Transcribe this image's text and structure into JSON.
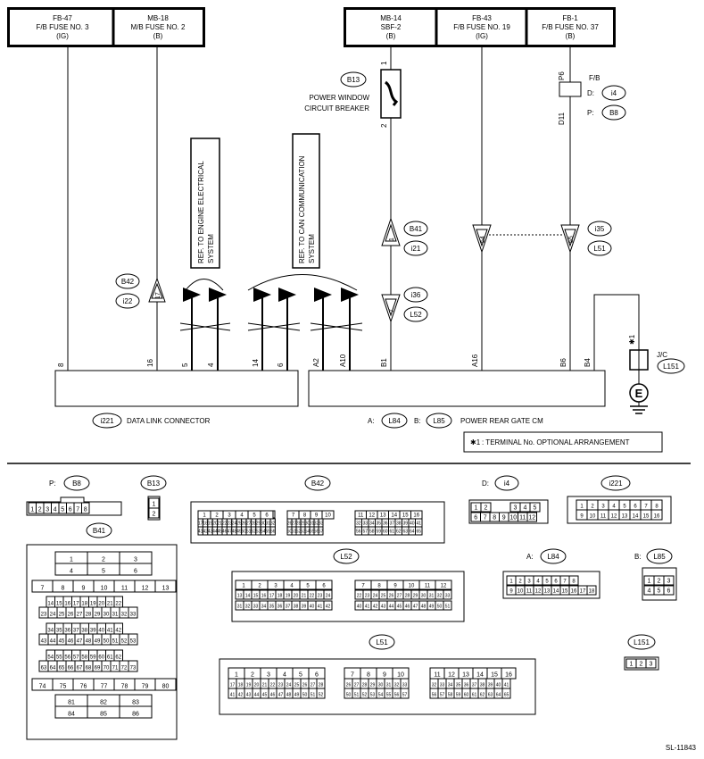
{
  "headers": [
    {
      "id": "fb47",
      "line1": "FB-47",
      "line2": "F/B FUSE NO. 3",
      "line3": "(IG)"
    },
    {
      "id": "mb18",
      "line1": "MB-18",
      "line2": "M/B FUSE NO. 2",
      "line3": "(B)"
    },
    {
      "id": "mb14",
      "line1": "MB-14",
      "line2": "SBF-2",
      "line3": "(B)"
    },
    {
      "id": "fb43",
      "line1": "FB-43",
      "line2": "F/B FUSE NO. 19",
      "line3": "(IG)"
    },
    {
      "id": "fb1",
      "line1": "FB-1",
      "line2": "F/B FUSE NO. 37",
      "line3": "(B)"
    }
  ],
  "breaker": {
    "code": "B13",
    "label1": "POWER WINDOW",
    "label2": "CIRCUIT BREAKER",
    "pin_top": "1",
    "pin_bottom": "2"
  },
  "fb_block": {
    "title": "F/B",
    "d_prefix": "D:",
    "d_code": "i4",
    "p_prefix": "P:",
    "p_code": "B8",
    "pin_top": "P6",
    "pin_bottom": "D11"
  },
  "refs": [
    {
      "id": "ref-engine",
      "line1": "REF. TO ENGINE ELECTRICAL",
      "line2": "SYSTEM"
    },
    {
      "id": "ref-can",
      "line1": "REF. TO CAN COMMUNICATION",
      "line2": "SYSTEM"
    }
  ],
  "connectors_inline": [
    {
      "id": "b42",
      "code": "B42",
      "code2": "i22",
      "pin": "17"
    },
    {
      "id": "b41",
      "code": "B41",
      "code2": "i21",
      "pin": "1"
    },
    {
      "id": "i36",
      "code": "i36",
      "code2": "L52",
      "pin": "7"
    },
    {
      "id": "i35",
      "code": "i35",
      "code2": "L51",
      "pin54": "54",
      "pin55": "55"
    }
  ],
  "dlc": {
    "code": "i221",
    "name": "DATA LINK CONNECTOR",
    "pins": [
      "8",
      "16",
      "5",
      "4",
      "14",
      "6"
    ]
  },
  "cm": {
    "a_prefix": "A:",
    "a_code": "L84",
    "b_prefix": "B:",
    "b_code": "L85",
    "name": "POWER REAR GATE CM",
    "pins": [
      "A2",
      "A10",
      "B1",
      "A16",
      "B6",
      "B4"
    ]
  },
  "jc": {
    "code": "L151",
    "label": "J/C",
    "star": "✱1",
    "ground": "E"
  },
  "note": {
    "star": "✱1",
    "text": ": TERMINAL No. OPTIONAL ARRANGEMENT"
  },
  "connector_views": {
    "b8": {
      "prefix": "P:",
      "code": "B8"
    },
    "b13": {
      "code": "B13"
    },
    "b42": {
      "code": "B42"
    },
    "i4": {
      "prefix": "D:",
      "code": "i4"
    },
    "i221": {
      "code": "i221"
    },
    "b41": {
      "code": "B41"
    },
    "l52": {
      "code": "L52"
    },
    "l84": {
      "prefix": "A:",
      "code": "L84"
    },
    "l85": {
      "prefix": "B:",
      "code": "L85"
    },
    "l51": {
      "code": "L51"
    },
    "l151": {
      "code": "L151"
    }
  },
  "footer_id": "SL-11843"
}
